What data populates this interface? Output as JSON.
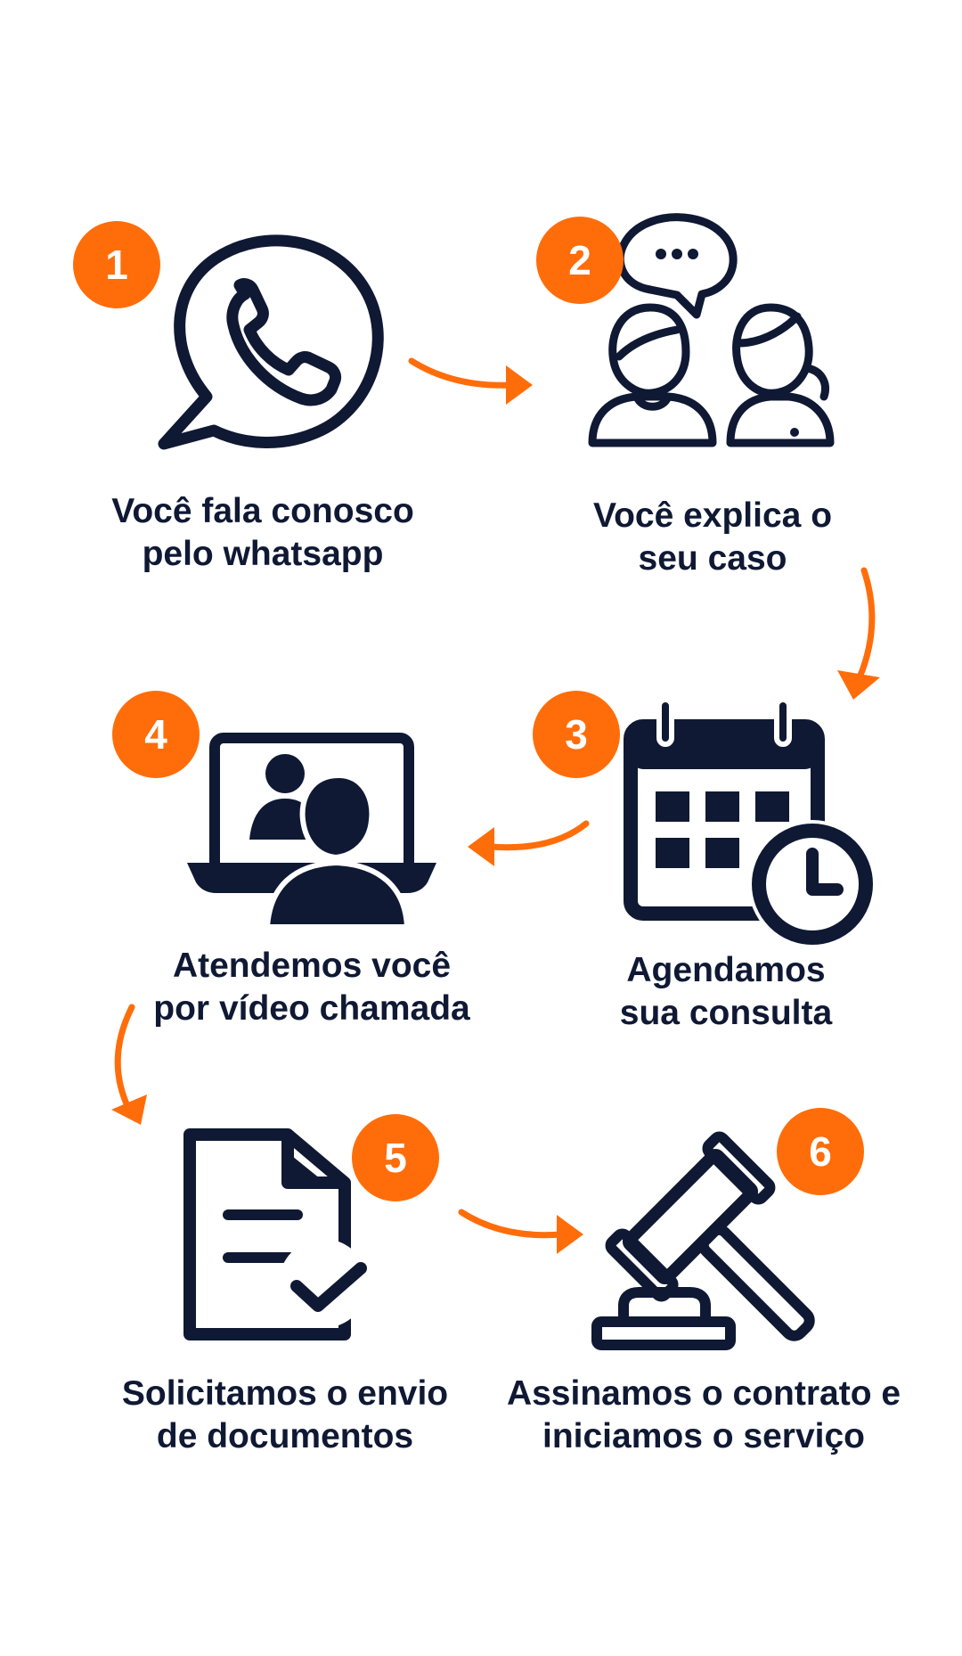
{
  "colors": {
    "accent": "#ff6d0a",
    "ink": "#0f1934",
    "background": "#ffffff"
  },
  "steps": [
    {
      "number": "1",
      "icon": "whatsapp-icon",
      "line1": "Você fala conosco",
      "line2": "pelo whatsapp"
    },
    {
      "number": "2",
      "icon": "conversation-people-icon",
      "line1": "Você explica o",
      "line2": "seu caso"
    },
    {
      "number": "3",
      "icon": "calendar-clock-icon",
      "line1": "Agendamos",
      "line2": "sua consulta"
    },
    {
      "number": "4",
      "icon": "video-call-laptop-icon",
      "line1": "Atendemos você",
      "line2": "por vídeo chamada"
    },
    {
      "number": "5",
      "icon": "document-check-icon",
      "line1": "Solicitamos o envio",
      "line2": "de documentos"
    },
    {
      "number": "6",
      "icon": "gavel-icon",
      "line1": "Assinamos o contrato e",
      "line2": "iniciamos o serviço"
    }
  ]
}
